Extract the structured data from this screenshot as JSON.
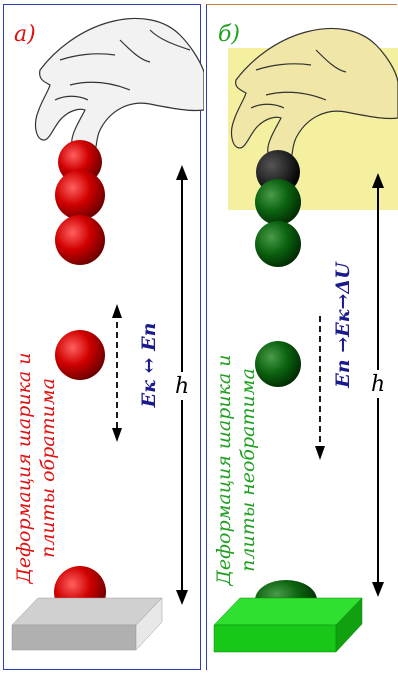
{
  "panel_a": {
    "letter": "а)",
    "caption_line1": "Деформация шарика и",
    "caption_line2": "плиты обратима",
    "energy_label": "Eк ↔ Eп",
    "height_label": "h",
    "colors": {
      "ball": "#c80000",
      "plate": "#b0b0b0",
      "caption": "#e01010",
      "energy": "#1a1a8c"
    }
  },
  "panel_b": {
    "letter": "б)",
    "caption_line1": "Деформация шарика и",
    "caption_line2": "плиты необратима",
    "energy_label": "Eп →Eк→ΔU",
    "height_label": "h",
    "colors": {
      "ball": "#0c6410",
      "plate": "#18c818",
      "caption": "#20a020",
      "energy": "#1a1a8c"
    }
  }
}
